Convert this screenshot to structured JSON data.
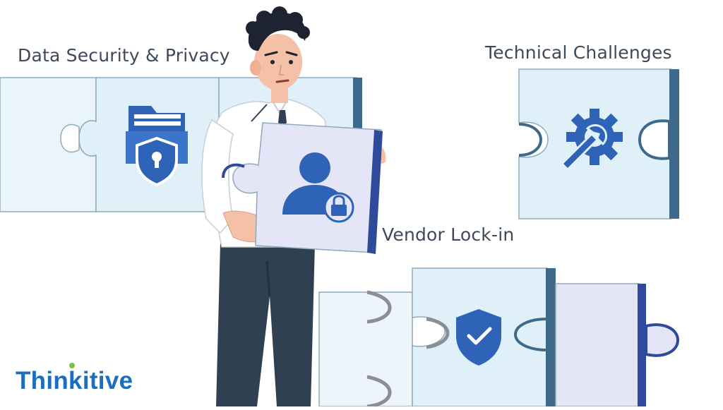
{
  "labels": {
    "data_security": "Data Security & Privacy",
    "technical": "Technical Challenges",
    "vendor": "Vendor Lock-in"
  },
  "brand": {
    "name": "Thinkitive",
    "color": "#1c6fc0",
    "accent": "#7bc142"
  },
  "icons": {
    "data_security": "folder-shield-lock-icon",
    "technical": "gear-wrench-icon",
    "held": "user-lock-icon",
    "vendor": "shield-check-icon"
  },
  "colors": {
    "piece_light": "#dff0f8",
    "piece_lavender": "#e4e6f7",
    "piece_edge": "#3d6a8a",
    "icon_blue": "#2e63b8",
    "text": "#3e4a59"
  }
}
